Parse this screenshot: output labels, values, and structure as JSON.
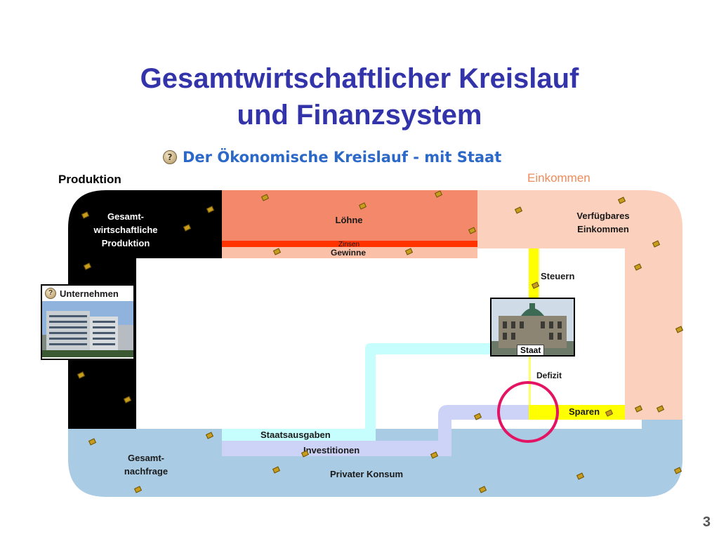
{
  "title_line1": "Gesamtwirtschaftlicher Kreislauf",
  "title_line2": "und Finanzsystem",
  "subtitle": "Der Ökonomische Kreislauf - mit Staat",
  "help_glyph": "?",
  "labels": {
    "produktion": "Produktion",
    "einkommen": "Einkommen",
    "gesamt_produktion": [
      "Gesamt-",
      "wirtschaftliche",
      "Produktion"
    ],
    "loehne": "Löhne",
    "zinsen": "Zinsen",
    "gewinne": "Gewinne",
    "verfuegbares": [
      "Verfügbares",
      "Einkommen"
    ],
    "unternehmen": "Unternehmen",
    "steuern": "Steuern",
    "staat": "Staat",
    "defizit": "Defizit",
    "sparen": "Sparen",
    "staatsausgaben": "Staatsausgaben",
    "investitionen": "Investitionen",
    "privater_konsum": "Privater Konsum",
    "gesamtnachfrage": [
      "Gesamt-",
      "nachfrage"
    ]
  },
  "page_number": "3",
  "colors": {
    "title": "#3333aa",
    "subtitle": "#2b68c8",
    "produktion_block": "#000000",
    "loehne_block": "#f4886a",
    "zinsen_stripe": "#ff3300",
    "einkommen_block": "#fbd0bd",
    "einkommen_text": "#ef8a5a",
    "steuern_bar": "#ffff00",
    "staatsausgaben_bar": "#c6fdfd",
    "investitionen_bar": "#cdd2f7",
    "nachfrage_block": "#a9cbe3",
    "highlight_circle": "#e41464"
  }
}
